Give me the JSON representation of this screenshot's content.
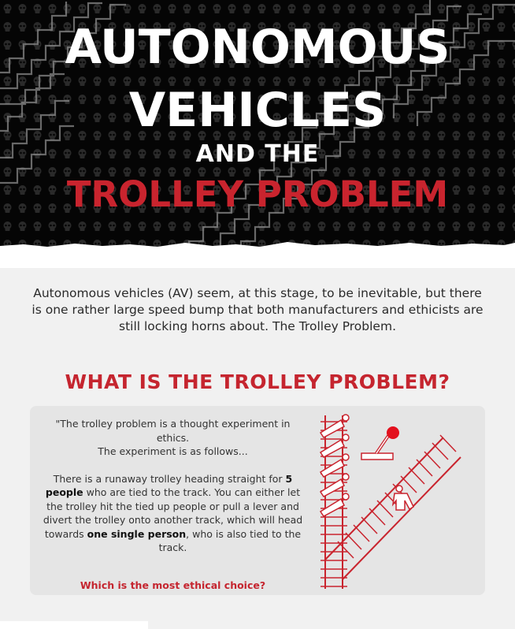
{
  "hero": {
    "title_line1": "AUTONOMOUS",
    "title_line2": "VEHICLES",
    "title_line3": "AND THE",
    "title_line4": "TROLLEY PROBLEM",
    "background_pattern": "skull-icon-grid",
    "accent_color": "#c9242e"
  },
  "intro": {
    "text": "Autonomous vehicles (AV) seem, at this stage, to be inevitable, but there is one rather large speed bump that both manufacturers and ethicists are still locking horns about. The Trolley Problem."
  },
  "section": {
    "title": "WHAT IS THE TROLLEY PROBLEM?",
    "quote_line1": "\"The trolley problem is a thought experiment in ethics.",
    "quote_line2": "The experiment is as follows...",
    "body_pre": "There is a runaway trolley heading straight for ",
    "body_bold1": "5 people",
    "body_mid": " who are tied to the track. You can either let the trolley hit the tied up people or pull a lever and divert the trolley onto another track, which will head towards ",
    "body_bold2": "one single person",
    "body_post": ", who is also tied to the track.",
    "question": "Which is the most ethical choice?"
  },
  "illustration": {
    "people_on_main_track": 5,
    "people_on_side_track": 1,
    "lever": "lever-icon",
    "track_color": "#c9242e"
  }
}
